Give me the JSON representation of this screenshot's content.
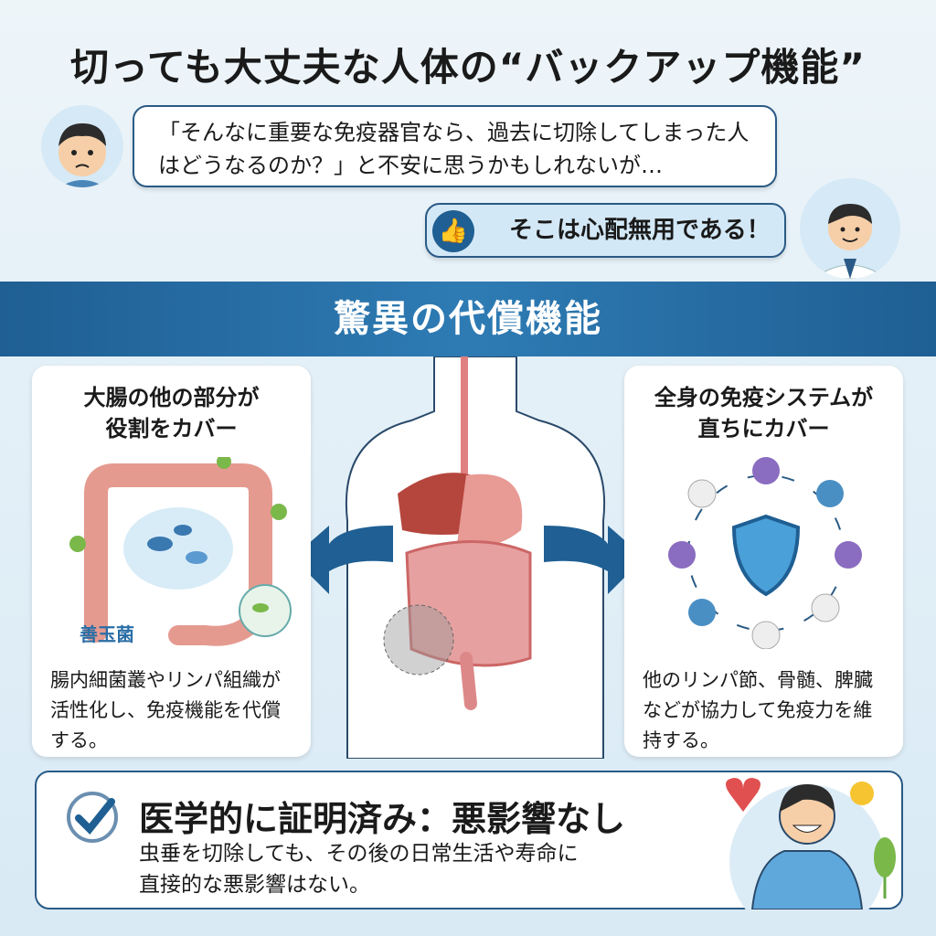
{
  "title": "切っても大丈夫な人体の“バックアップ機能”",
  "dialog": {
    "worry": "「そんなに重要な免疫器官なら、過去に切除してしまった人はどうなるのか？」と不安に思うかもしれないが…",
    "answer": "そこは心配無用である！"
  },
  "banner": "驚異の代償機能",
  "left_card": {
    "title_1": "大腸の他の部分が",
    "title_2": "役割をカバー",
    "label": "善玉菌",
    "body": "腸内細菌叢やリンパ組織が活性化し、免疫機能を代償する。"
  },
  "right_card": {
    "title_1": "全身の免疫システムが",
    "title_2": "直ちにカバー",
    "body": "他のリンパ節、骨髄、脾臓などが協力して免疫力を維持する。"
  },
  "bottom": {
    "title": "医学的に証明済み：悪影響なし",
    "body_1": "虫垂を切除しても、その後の日常生活や寿命に",
    "body_2": "直接的な悪影響はない。"
  },
  "colors": {
    "navy": "#2a5a85",
    "banner": "#2e7bb4",
    "accent_red": "#e05050"
  }
}
